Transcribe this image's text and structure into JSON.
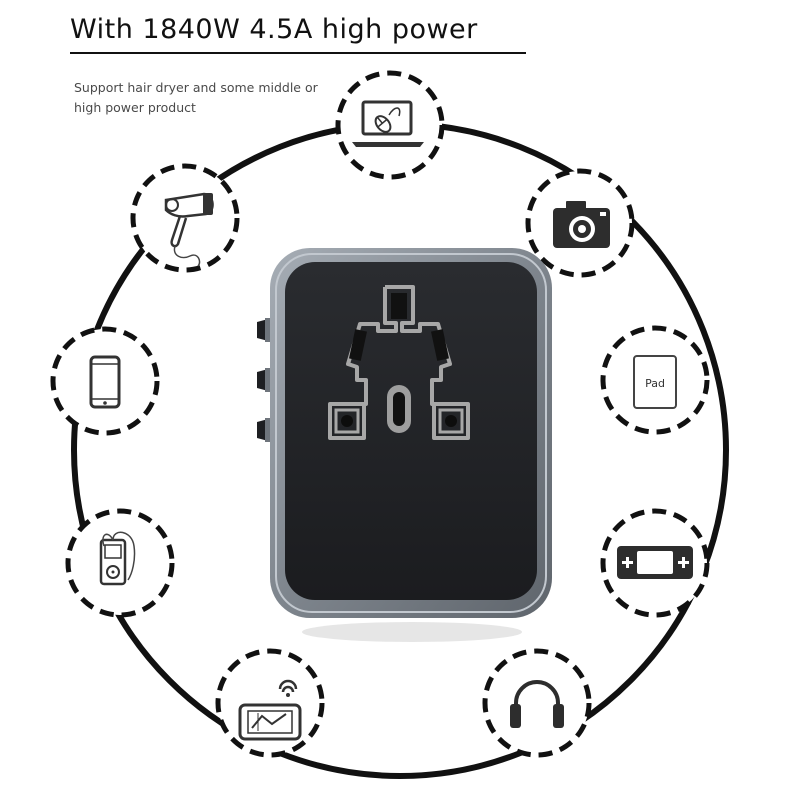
{
  "header": {
    "title": "With 1840W 4.5A high power",
    "subtitle_line1": "Support hair dryer and some middle or",
    "subtitle_line2": "high power product"
  },
  "devices": [
    {
      "name": "laptop-icon"
    },
    {
      "name": "camera-icon"
    },
    {
      "name": "tablet-icon",
      "label": "Pad"
    },
    {
      "name": "game-console-icon"
    },
    {
      "name": "headphones-icon"
    },
    {
      "name": "gps-navigator-icon"
    },
    {
      "name": "mp3-player-icon"
    },
    {
      "name": "smartphone-icon"
    },
    {
      "name": "hair-dryer-icon"
    }
  ],
  "product": {
    "name": "universal-travel-adapter"
  },
  "colors": {
    "circle_stroke": "#111111",
    "adapter_frame": "#8d949c",
    "adapter_face": "#232528",
    "socket_outline": "#a7a7a7"
  }
}
